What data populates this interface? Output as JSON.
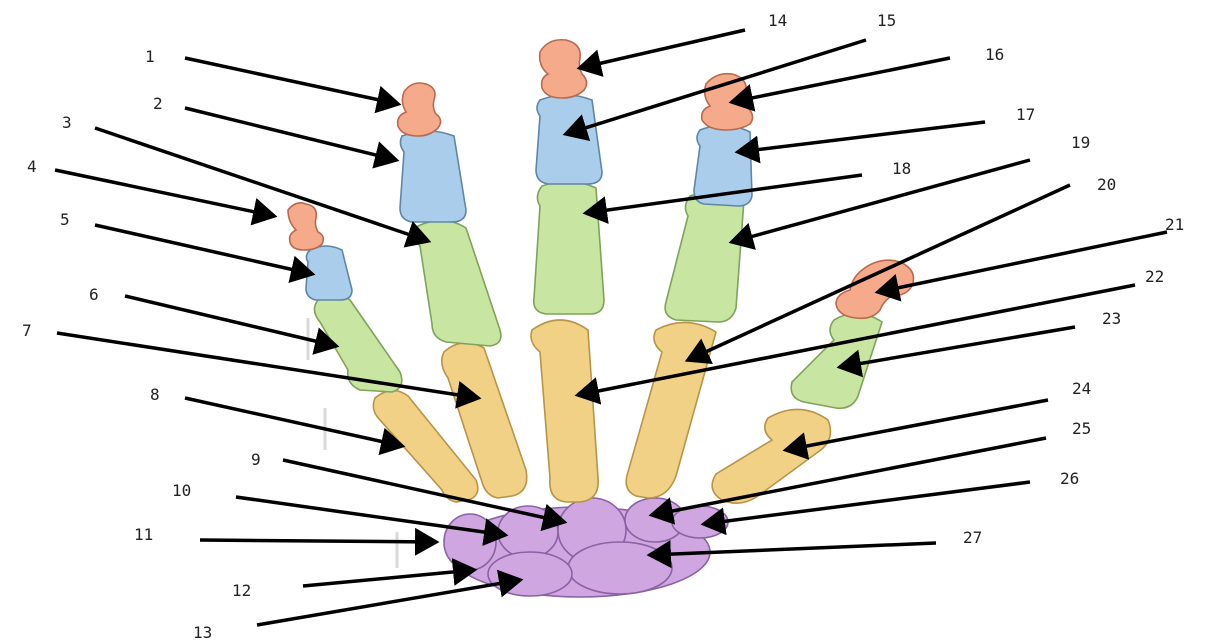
{
  "colors": {
    "distal_phalanx": "#f5ab8b",
    "middle_phalanx": "#a9cdea",
    "proximal_phalanx": "#c8e5a1",
    "metacarpal": "#f1d185",
    "carpal": "#cfa6e0"
  },
  "labels": [
    "1",
    "2",
    "3",
    "4",
    "5",
    "6",
    "7",
    "8",
    "9",
    "10",
    "11",
    "12",
    "13",
    "14",
    "15",
    "16",
    "17",
    "18",
    "19",
    "20",
    "21",
    "22",
    "23",
    "24",
    "25",
    "26",
    "27"
  ]
}
